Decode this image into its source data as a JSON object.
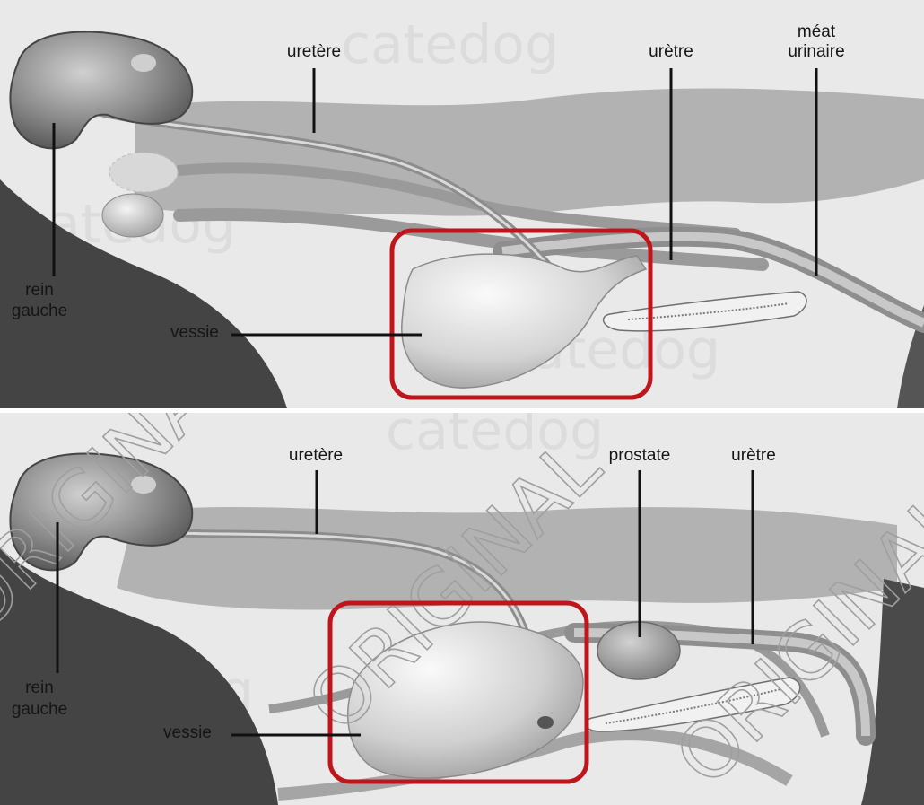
{
  "top": {
    "labels": {
      "ureter": "uretère",
      "urethra": "urètre",
      "meatus_line1": "méat",
      "meatus_line2": "urinaire",
      "kidney_line1": "rein",
      "kidney_line2": "gauche",
      "bladder": "vessie"
    },
    "watermark": "catedog"
  },
  "bottom": {
    "labels": {
      "ureter": "uretère",
      "prostate": "prostate",
      "urethra": "urètre",
      "kidney_line1": "rein",
      "kidney_line2": "gauche",
      "bladder": "vessie"
    },
    "watermark": "catedog",
    "overlay_watermark": "ORIGINAL"
  },
  "colors": {
    "highlight": "#c0161b",
    "background": "#e9e9e9",
    "body_silhouette": "#3f3f3f",
    "organ_gray": "#a8a8a8"
  }
}
